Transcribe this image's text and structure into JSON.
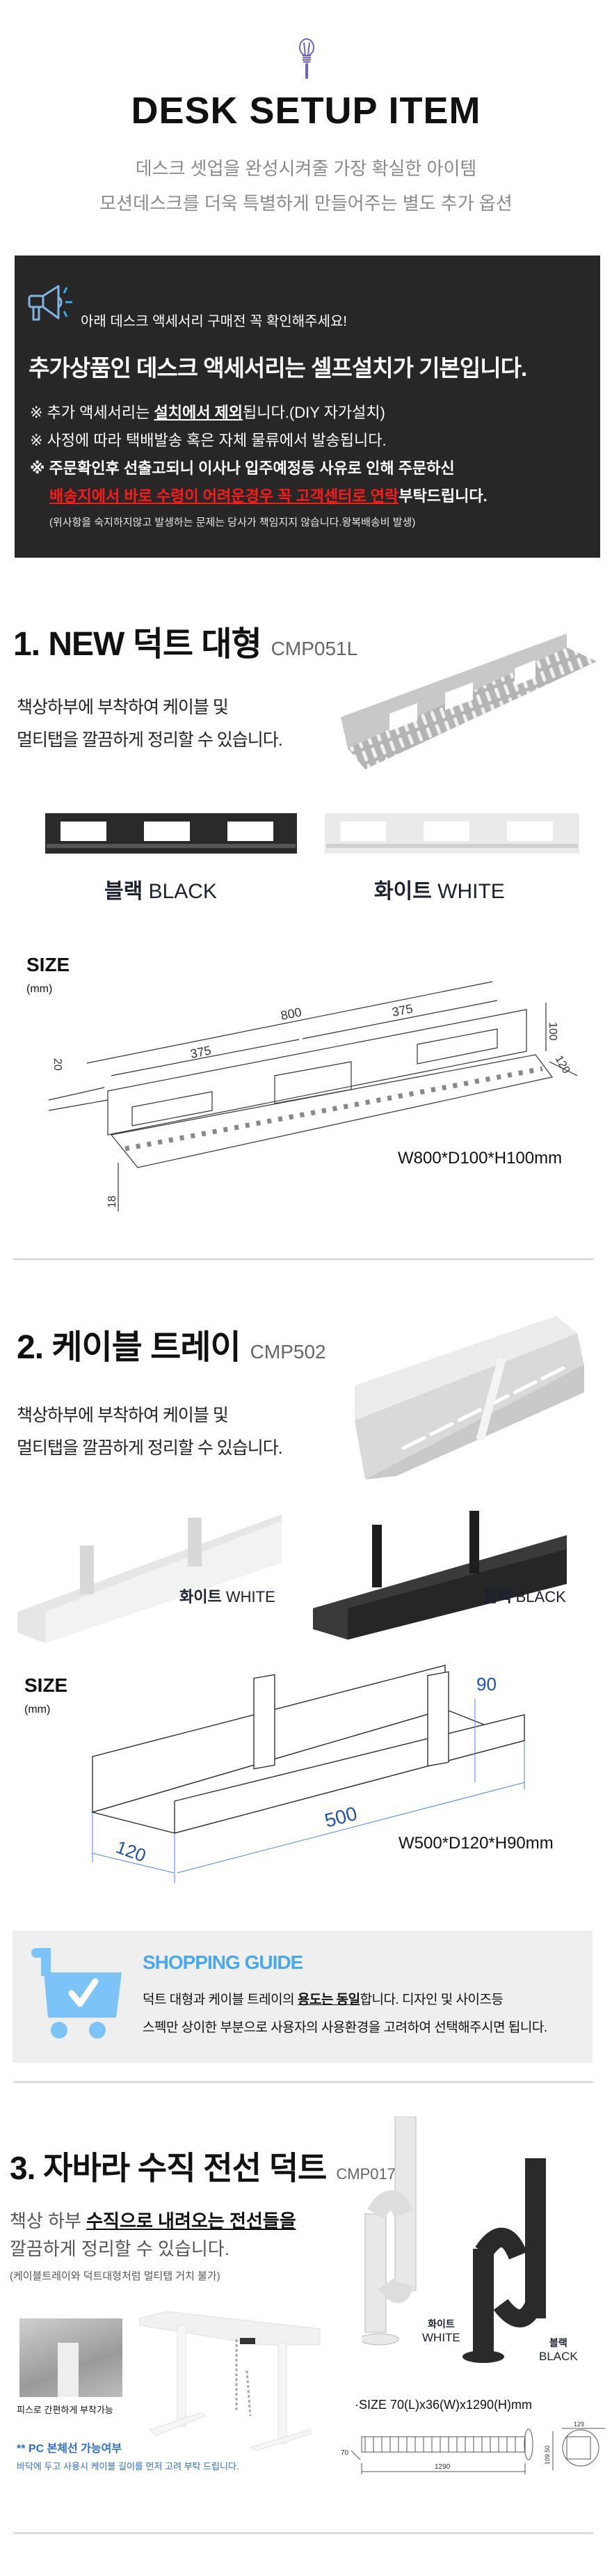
{
  "header": {
    "icon": "lightbulb-icon",
    "title": "DESK SETUP ITEM",
    "subtitle_lines": [
      "데스크 셋업을 완성시켜줄 가장 확실한 아이템",
      "모션데스크를 더욱 특별하게 만들어주는 별도 추가 옵션"
    ]
  },
  "notice": {
    "icon": "megaphone-icon",
    "alert": "아래 데스크 액세서리 구매전 꼭 확인해주세요!",
    "headline": "추가상품인 데스크 액세서리는 셀프설치가 기본입니다.",
    "bullet1": {
      "mark": "※",
      "pre": "추가 액세서리는 ",
      "emph": "설치에서 제외",
      "post": "됩니다.(DIY 자가설치)"
    },
    "bullet2": {
      "mark": "※",
      "text": "사정에 따라 택배발송 혹은 자체 물류에서 발송됩니다."
    },
    "bullet3": {
      "mark": "※",
      "text": "주문확인후 선출고되니 이사나 입주예정등 사유로 인해 주문하신",
      "red": "배송지에서 바로 수령이 어려운경우 꼭 고객센터로 연락",
      "post": "부탁드립니다."
    },
    "note": "(위사항을 숙지하지않고 발생하는 문제는 당사가 책임지지 않습니다.왕복배송비 발생)",
    "colors": {
      "background": "#272727",
      "warning": "#ff1a1a",
      "icon": "#7fb6e0"
    }
  },
  "duct": {
    "title": "1. NEW 덕트 대형",
    "code": "CMP051L",
    "desc": [
      "책상하부에 부착하여 케이블 및",
      "멀티탭을 깔끔하게 정리할 수 있습니다."
    ],
    "variants": [
      {
        "ko": "블랙",
        "en": "BLACK"
      },
      {
        "ko": "화이트",
        "en": "WHITE"
      }
    ],
    "size": {
      "label": "SIZE",
      "unit": "(mm)",
      "dims": {
        "total": "800",
        "left": "375",
        "right": "375",
        "height": "100",
        "depth": "120",
        "flange": "20",
        "lip": "18"
      },
      "spec": "W800*D100*H100mm"
    }
  },
  "tray": {
    "title": "2. 케이블 트레이",
    "code": "CMP502",
    "desc": [
      "책상하부에 부착하여 케이블 및",
      "멀티탭을 깔끔하게 정리할 수 있습니다."
    ],
    "variants": [
      {
        "ko": "화이트",
        "en": "WHITE"
      },
      {
        "ko": "블랙",
        "en": "BLACK"
      }
    ],
    "size": {
      "label": "SIZE",
      "unit": "(mm)",
      "dims": {
        "width": "500",
        "depth": "120",
        "height": "90"
      },
      "spec": "W500*D120*H90mm"
    }
  },
  "guide": {
    "icon": "shopping-cart-check-icon",
    "title": "SHOPPING GUIDE",
    "line1_pre": "덕트 대형과 케이블 트레이의 ",
    "line1_emph": "용도는 동일",
    "line1_post": "합니다. 디자인 및 사이즈등",
    "line2": "스펙만 상이한 부분으로 사용자의 사용환경을 고려하여 선택해주시면 됩니다.",
    "colors": {
      "accent": "#4aa8ef",
      "icon": "#7cc4f7",
      "background": "#efefef"
    }
  },
  "spine": {
    "title": "3. 자바라 수직 전선 덕트",
    "code": "CMP017",
    "desc_pre": "책상 하부 ",
    "desc_emph": "수직으로 내려오는 전선들을",
    "desc_line2": "깔끔하게 정리할 수 있습니다.",
    "note": "(케이블트레이와 덕트대형처럼 멀티탭 거치 불가)",
    "photo_caption": "피스로 간편하게 부착가능",
    "pc_title": "** PC 본체선 가능여부",
    "pc_text": "바닥에 두고 사용시 케이블 길이를 먼저 고려 부탁 드립니다.",
    "variants": [
      {
        "ko": "화이트",
        "en": "WHITE"
      },
      {
        "ko": "블랙",
        "en": "BLACK"
      }
    ],
    "size": {
      "spec": "·SIZE 70(L)x36(W)x1290(H)mm",
      "dims": {
        "length": "1290",
        "width": "70",
        "base_w": "129",
        "base_h": "109.50"
      }
    }
  }
}
